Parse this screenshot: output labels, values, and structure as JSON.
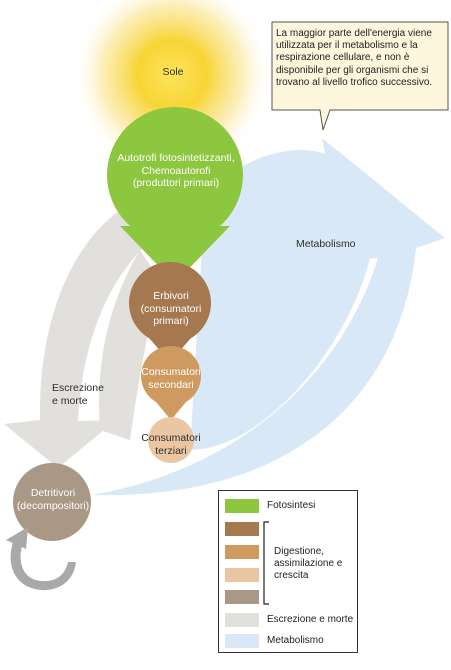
{
  "labels": {
    "sun": "Sole",
    "producers": "Autotrofi fotosintetizzanti, Chemoautorofi (produttori primari)",
    "herbivores": "Erbivori (consumatori primari)",
    "secondary": "Consumatori secondari",
    "tertiary": "Consumatori terziari",
    "detritivores": "Detritivori (decompositori)",
    "metabolism": "Metabolismo",
    "excretion": "Escrezione e morte"
  },
  "callout": "La maggior parte dell'energia viene utilizzata per il metabolismo e la respirazione cellulare, e non è disponibile per gli organismi che si trovano al livello trofico successivo.",
  "legend": {
    "photosynthesis": "Fotosintesi",
    "digestion": "Digestione, assimilazione e crescita",
    "excretion": "Escrezione e morte",
    "metabolism": "Metabolismo"
  },
  "colors": {
    "sun": "#f7d330",
    "producers": "#8dc63f",
    "herbivores": "#a6784f",
    "secondary": "#cf9a5f",
    "tertiary": "#ebc6a3",
    "detritivores": "#a99886",
    "excretion": "#e2e0dc",
    "metabolism": "#d9e8f6",
    "callout_bg": "#fdf5dc"
  }
}
